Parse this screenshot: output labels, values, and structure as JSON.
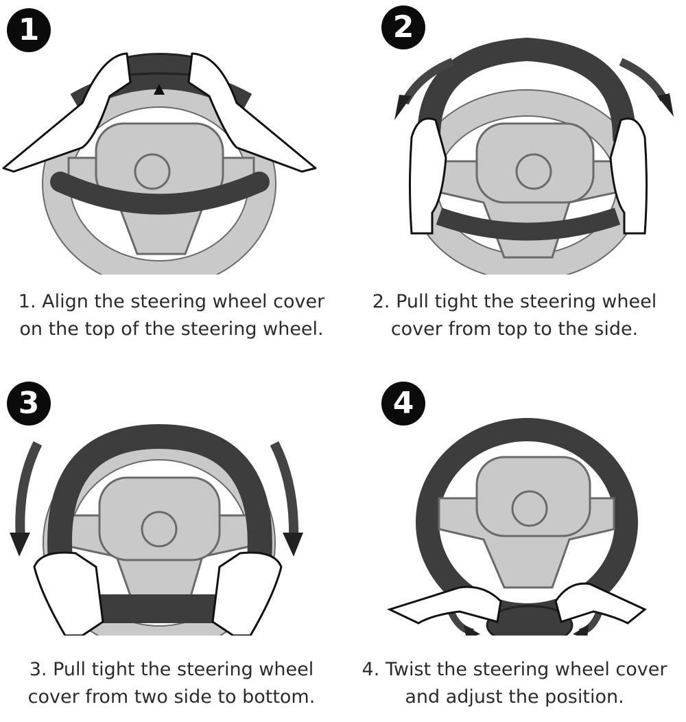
{
  "steps": [
    {
      "number": "1",
      "line1": "1. Align the steering wheel cover",
      "line2": "on the top of the steering wheel."
    },
    {
      "number": "2",
      "line1": "2. Pull tight the steering wheel",
      "line2": "cover from top to the side."
    },
    {
      "number": "3",
      "line1": "3. Pull tight the steering wheel",
      "line2": "cover from two side to bottom."
    },
    {
      "number": "4",
      "line1": "4. Twist the steering wheel cover",
      "line2": "and adjust the position."
    }
  ],
  "colors": {
    "cover": "#3d3d3d",
    "wheel": "#c9c9c9",
    "outline": "#6a6a6a",
    "badge": "#0b0b0b"
  }
}
